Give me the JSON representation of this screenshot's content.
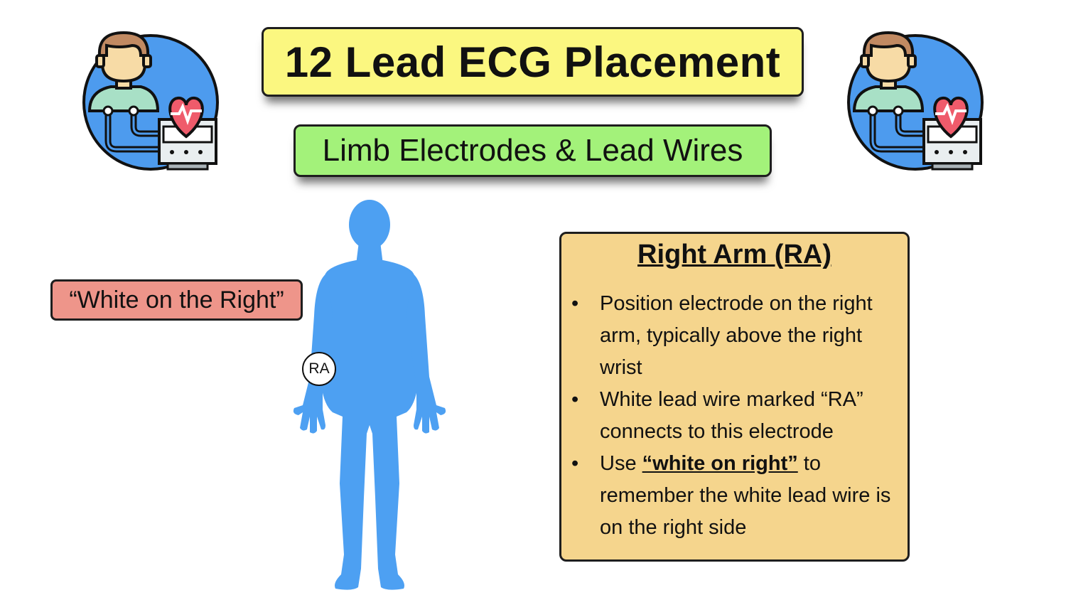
{
  "title": "12 Lead ECG Placement",
  "subtitle": "Limb Electrodes & Lead Wires",
  "mnemonic": "“White on the Right”",
  "electrode_label": "RA",
  "info": {
    "heading": "Right Arm (RA)",
    "bullet_glyph": "•",
    "item1": "Position electrode on the right arm, typically above the right wrist",
    "item2": "White lead wire marked “RA” connects to this electrode",
    "item3_pre": "Use ",
    "item3_highlight": "“white on right”",
    "item3_post": " to remember the white lead wire is on the right side"
  },
  "icons": {
    "left": "ecg-monitor-patient-icon",
    "right": "ecg-monitor-patient-icon",
    "body": "human-body-silhouette-icon"
  },
  "colors": {
    "title_bg": "#fbf780",
    "subtitle_bg": "#a3f27a",
    "mnemonic_bg": "#ee958a",
    "panel_bg": "#f5d58d",
    "body_fill": "#4da0f2",
    "icon_circle": "#4d9bee"
  }
}
